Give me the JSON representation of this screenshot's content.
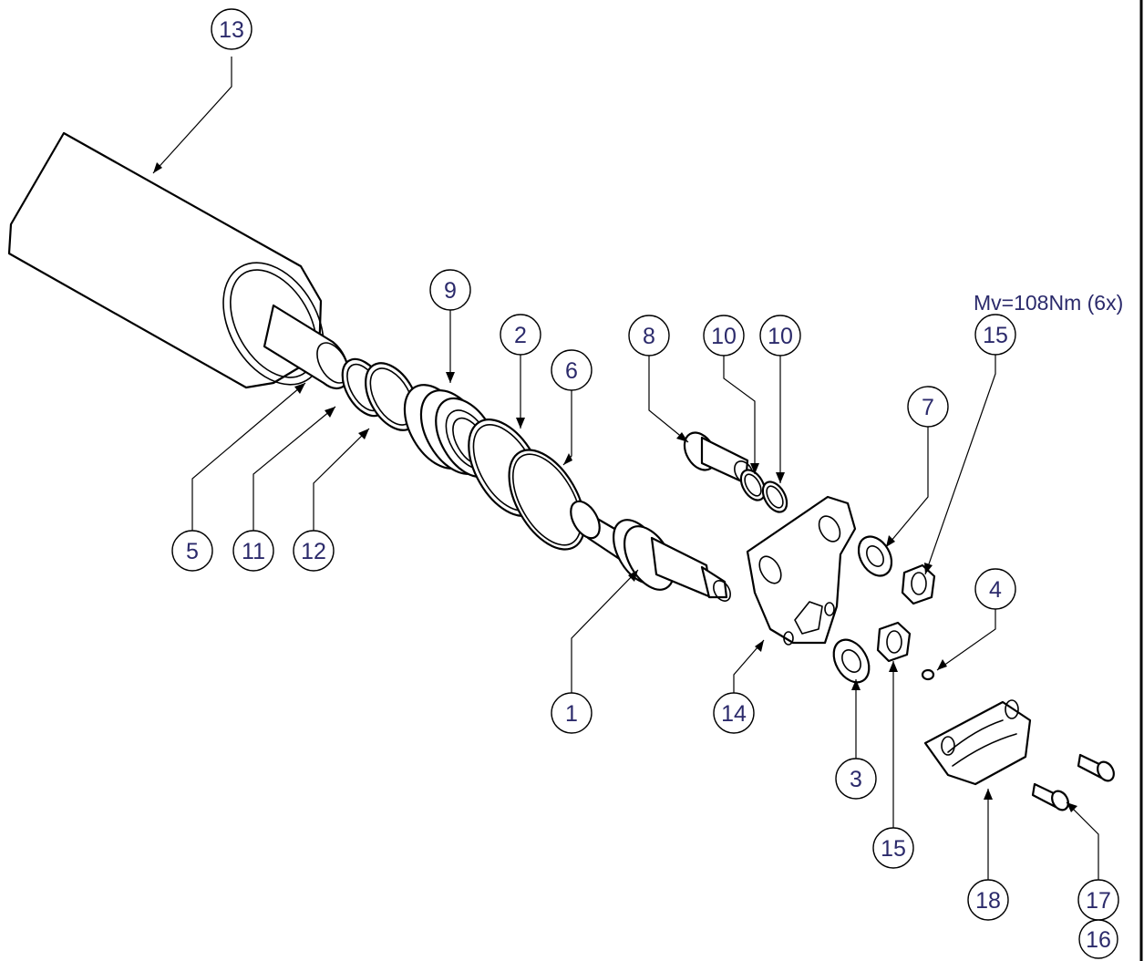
{
  "torque_note": "Mv=108Nm (6x)",
  "balloons": [
    {
      "id": "b13",
      "label": "13"
    },
    {
      "id": "b9",
      "label": "9"
    },
    {
      "id": "b2",
      "label": "2"
    },
    {
      "id": "b6",
      "label": "6"
    },
    {
      "id": "b8",
      "label": "8"
    },
    {
      "id": "b10a",
      "label": "10"
    },
    {
      "id": "b10b",
      "label": "10"
    },
    {
      "id": "b15a",
      "label": "15"
    },
    {
      "id": "b7",
      "label": "7"
    },
    {
      "id": "b4",
      "label": "4"
    },
    {
      "id": "b5",
      "label": "5"
    },
    {
      "id": "b11",
      "label": "11"
    },
    {
      "id": "b12",
      "label": "12"
    },
    {
      "id": "b1",
      "label": "1"
    },
    {
      "id": "b14",
      "label": "14"
    },
    {
      "id": "b3",
      "label": "3"
    },
    {
      "id": "b15b",
      "label": "15"
    },
    {
      "id": "b18",
      "label": "18"
    },
    {
      "id": "b17",
      "label": "17"
    },
    {
      "id": "b16",
      "label": "16"
    }
  ]
}
